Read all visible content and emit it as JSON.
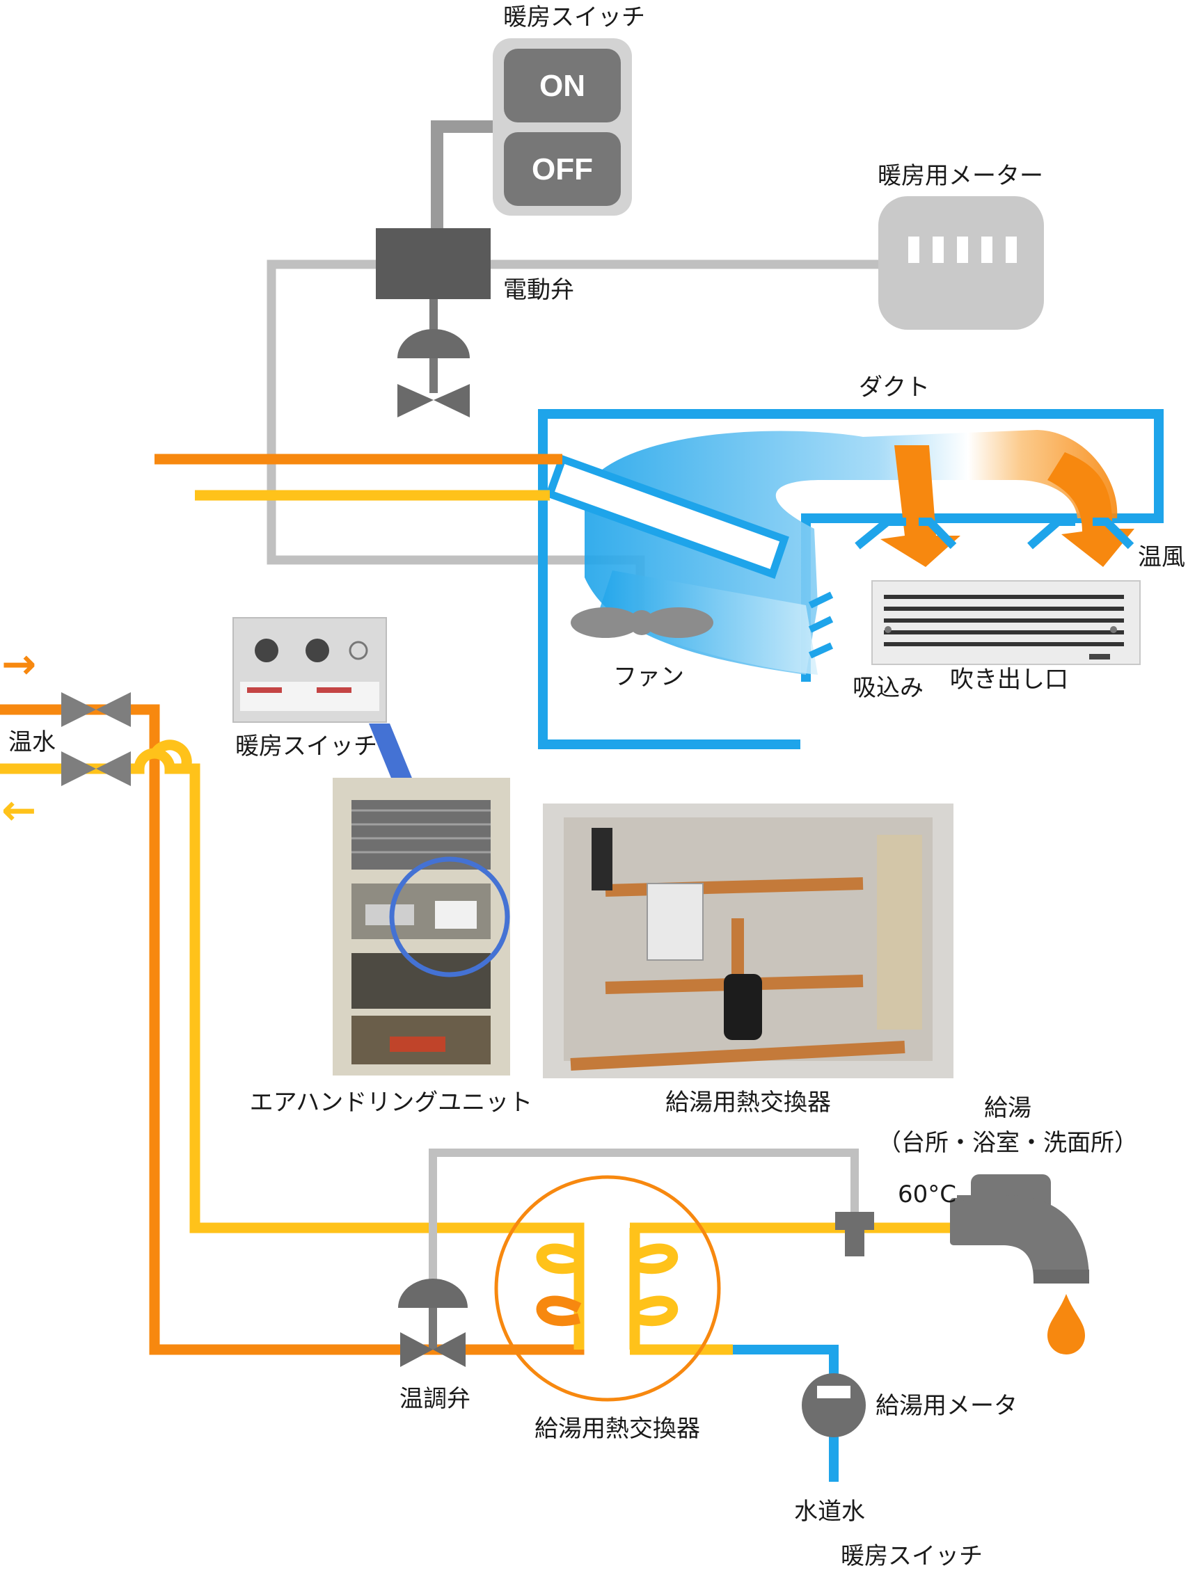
{
  "labels": {
    "heating_switch_top": "暖房スイッチ",
    "on": "ON",
    "off": "OFF",
    "heating_meter": "暖房用メーター",
    "motor_valve": "電動弁",
    "duct": "ダクト",
    "warm_air": "温風",
    "fan": "ファン",
    "intake": "吸込み",
    "outlet": "吹き出し口",
    "hot_water_in_out": "温水",
    "heating_switch_photo": "暖房スイッチ",
    "ahu": "エアハンドリングユニット",
    "hx_photo": "給湯用熱交換器",
    "supply": "給湯",
    "supply_sub": "（台所・浴室・洗面所）",
    "temp": "60°C",
    "temp_valve": "温調弁",
    "hx": "給湯用熱交換器",
    "supply_meter": "給湯用メータ",
    "tap_water": "水道水",
    "heating_switch_bottom": "暖房スイッチ"
  },
  "icons": {
    "in_arrow": "→",
    "out_arrow": "←"
  },
  "colors": {
    "orange": "#F7880F",
    "yellow": "#FFC21A",
    "blue": "#1EA4EA",
    "gray": "#9A9A9A",
    "dark_gray": "#6E6E6E",
    "light_gray": "#C8C8C8",
    "circle_blue": "#4472D4"
  }
}
